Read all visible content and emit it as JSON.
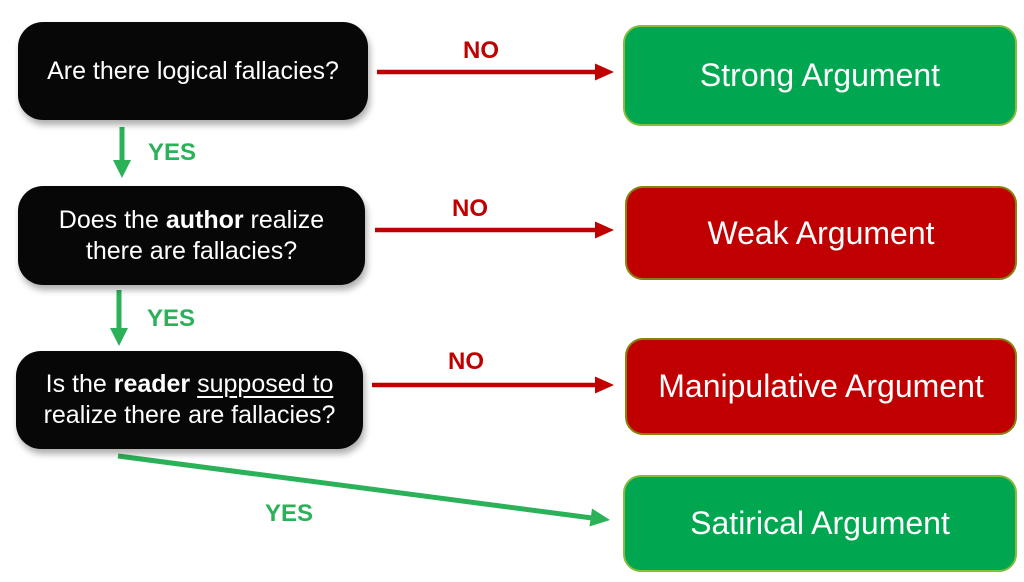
{
  "colors": {
    "background": "#ffffff",
    "question_box_bg": "#070707",
    "question_text": "#ffffff",
    "green_box": "#00a750",
    "green_box_border": "#86bd3a",
    "red_box": "#c00000",
    "red_box_border": "#84840d",
    "arrow_red": "#c00000",
    "arrow_green": "#2bb158",
    "result_text": "#ffffff"
  },
  "questions": [
    {
      "line1": "Are there logical fallacies?"
    },
    {
      "line1_pre": "Does the ",
      "line1_bold": "author",
      "line1_post": " realize",
      "line2": "there are fallacies?"
    },
    {
      "line1_pre": "Is the ",
      "line1_bold": "reader",
      "line1_mid": " ",
      "line1_underline": "supposed to",
      "line2": "realize there are fallacies?"
    }
  ],
  "results": [
    {
      "label": "Strong Argument",
      "tone": "green"
    },
    {
      "label": "Weak Argument",
      "tone": "red"
    },
    {
      "label": "Manipulative Argument",
      "tone": "red"
    },
    {
      "label": "Satirical Argument",
      "tone": "green"
    }
  ],
  "edge_labels": {
    "no": "NO",
    "yes": "YES"
  }
}
